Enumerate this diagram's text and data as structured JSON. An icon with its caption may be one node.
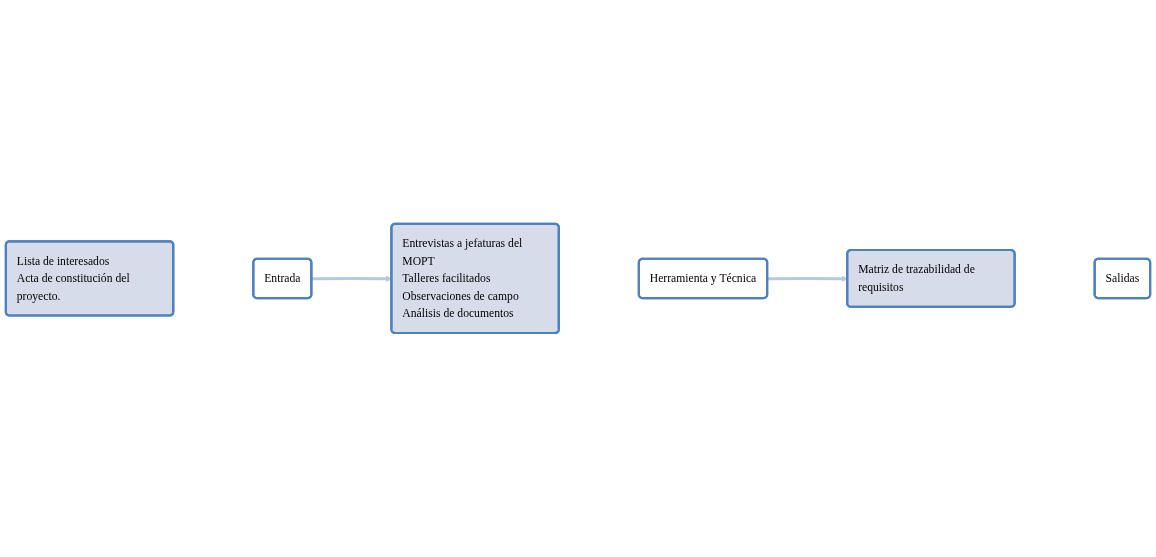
{
  "diagram": {
    "nodes": [
      {
        "text": [
          "Lista de interesados",
          "Acta de constitución del proyecto."
        ]
      },
      {
        "text": [
          "Entrada"
        ]
      },
      {
        "text": [
          "Entrevistas a jefaturas del MOPT",
          "Talleres facilitados",
          "Observaciones de campo",
          "Análisis de documentos"
        ]
      },
      {
        "text": [
          "Herramienta y Técnica"
        ]
      },
      {
        "text": [
          "Matriz de trazabilidad de requisitos"
        ]
      },
      {
        "text": [
          "Salidas"
        ]
      }
    ],
    "edges": [
      {
        "from": 1,
        "to": 2,
        "arrow": "to"
      },
      {
        "from": 3,
        "to": 4,
        "arrow": "to"
      }
    ]
  }
}
